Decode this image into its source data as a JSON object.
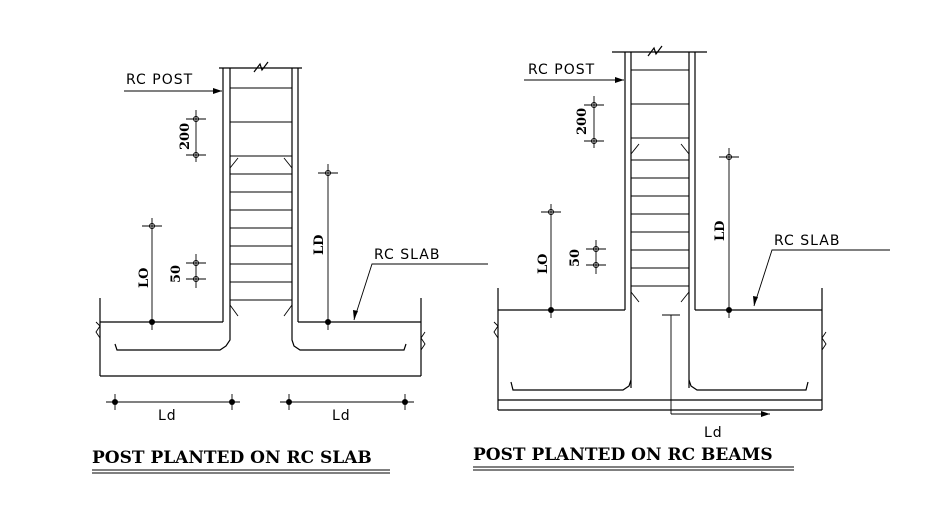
{
  "left_detail": {
    "title": "POST PLANTED ON RC SLAB",
    "post_label": "RC POST",
    "slab_label": "RC SLAB",
    "dim_200": "200",
    "dim_50": "50",
    "dim_lo": "LO",
    "dim_ld_vertical": "LD",
    "dim_ld_left": "Ld",
    "dim_ld_right": "Ld"
  },
  "right_detail": {
    "title": "POST PLANTED ON RC BEAMS",
    "post_label": "RC POST",
    "slab_label": "RC SLAB",
    "dim_200": "200",
    "dim_50": "50",
    "dim_lo": "LO",
    "dim_ld_vertical": "LD",
    "dim_ld_bottom": "Ld"
  }
}
